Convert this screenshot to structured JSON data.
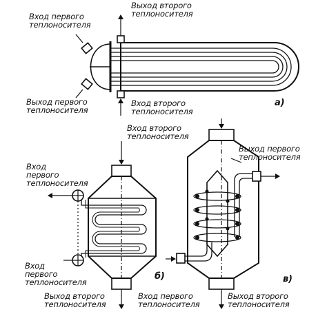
{
  "labels": {
    "a_in1": "Вход первого\nтеплоносителя",
    "a_out2": "Выход второго\nтеплоносителя",
    "a_out1": "Выход первого\nтеплоносителя",
    "a_in2": "Вход второго\nтеплоносителя",
    "a_fig": "а)",
    "b_in2_top": "Вход второго\nтеплоносителя",
    "b_out1_left": "Вход\nпервого\nтеплоносителя",
    "b_in1_left": "Вход\nпервого\nтеплоносителя",
    "b_out2_bottom": "Выход второго\nтеплоносителя",
    "b_fig": "б)",
    "v_out1": "Выход первого\nтеплоносителя",
    "v_in1": "Вход первого\nтеплоносителя",
    "v_out2": "Выход второго\nтеплоносителя",
    "v_fig": "в)"
  },
  "colors": {
    "ink": "#111111",
    "paper": "#ffffff"
  }
}
